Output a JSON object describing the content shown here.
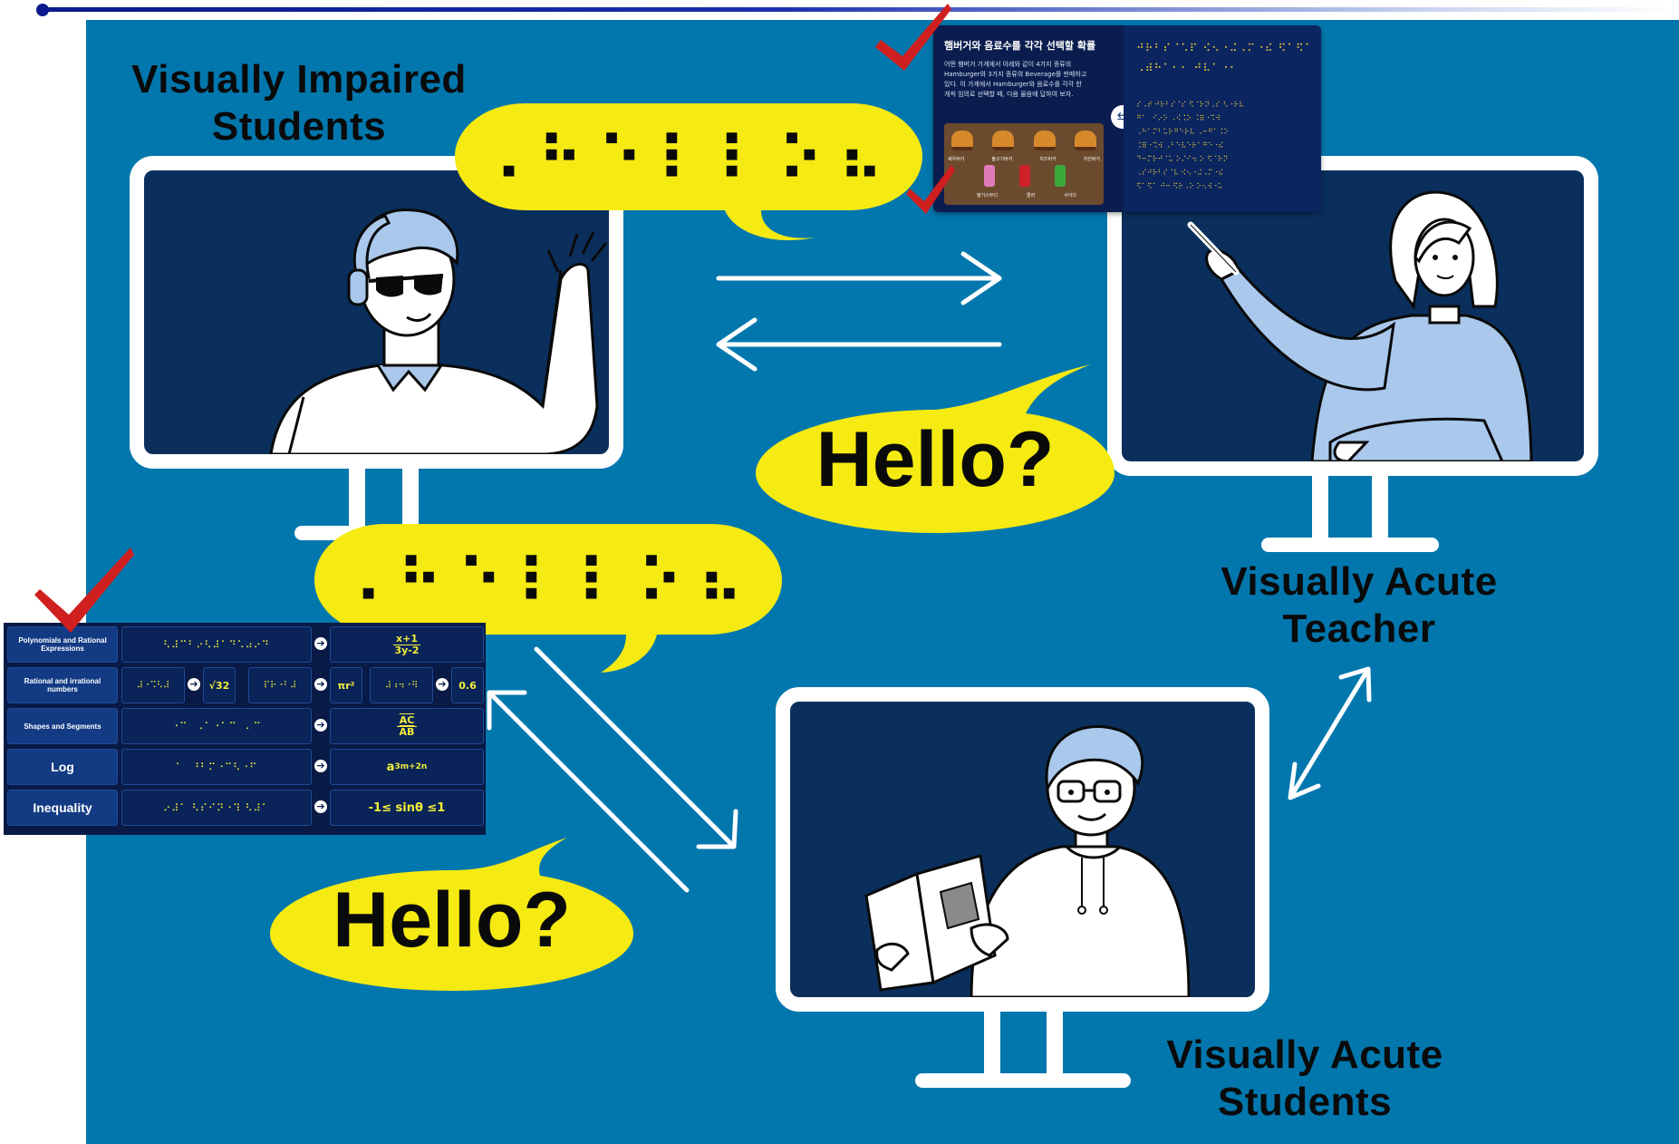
{
  "labels": {
    "impaired_line1": "Visually Impaired",
    "impaired_line2": "Students",
    "teacher_line1": "Visually Acute",
    "teacher_line2": "Teacher",
    "acute_students_line1": "Visually Acute",
    "acute_students_line2": "Students"
  },
  "bubbles": {
    "braille_top": "⠠⠓⠑⠇⠇⠕⠦",
    "braille_middle": "⠠⠓⠑⠇⠇⠕⠦",
    "hello_right": "Hello?",
    "hello_left": "Hello?"
  },
  "korean_card": {
    "title": "햄버거와 음료수를 각각 선택할 확률",
    "body_line1": "어떤 햄버거 가게에서 아래와 같이 4가지 종류의",
    "body_line2": "Hamburger와 3가지 종류의 Beverage를 판매하고",
    "body_line3": "있다. 이 가게에서 Hamburger와 음료수를 각각 한",
    "body_line4": "개씩 임의로 선택할 때, 다음 물음에 답하여 보자.",
    "food_labels": [
      "새우버거",
      "불고기버거",
      "치즈버거",
      "치킨버거"
    ],
    "drink_labels": [
      "딸기스무디",
      "콜라",
      "사이다"
    ],
    "braille_line1": "⠚⠗⠃⠎⠈⠡⠏ ⠪⠢⠐⠬⠠⠍⠐⠮ ⠫⠁⠫⠁",
    "braille_line2": "⠠⠾⠓⠁⠂⠂ ⠚⠧⠁⠐⠂",
    "braille_body": [
      "⠎⠠⠞ ⠚⠗⠃⠎⠈⠎ ⠫⠈⠗⠝⠠⠎ ⠣⠐⠗⠧",
      "⠛⠁⠀⠊⠔⠕ ⠠⠪⠨⠕ ⠨⠿⠐⠩⠺",
      "⠠⠓⠁⠍⠃⠥⠗⠛⠑⠗⠧ ⠠⠒⠛⠁⠨⠕",
      "⠨⠿⠐⠩⠺ ⠠⠃⠑⠧⠑⠗⠁⠛⠑⠐⠮",
      "⠙⠒⠍⠗⠚⠈⠥ ⠕⠌⠊⠲ ⠕ ⠫⠈⠗⠝",
      "⠠⠎⠚⠗⠃⠎⠈⠧ ⠪⠢⠐⠬⠠⠍⠐⠮",
      "⠫⠁⠫⠁ ⠚⠒ ⠫⠗⠠⠕ ⠕⠢⠺⠐⠥"
    ]
  },
  "math_table": {
    "rows": [
      {
        "label": "Polynomials and Rational Expressions",
        "braille": "⠣⠼⠉⠃⠔⠣⠼⠁⠙⠡⠴⠔⠙",
        "result_num": "x+1",
        "result_den": "3y-2"
      },
      {
        "label": "Rational and irrational numbers",
        "braille_a": "⠼⠐⠩⠣⠼",
        "result_a": "√32",
        "braille_b": "⠏⠗⠐⠃⠼",
        "result_b": "πr²",
        "braille_c": "⠼⠰⠲⠐⠻",
        "result_c": "0.6̇"
      },
      {
        "label": "Shapes and Segments",
        "braille": "⠐⠉⠀⠠⠁⠐⠁⠉⠀⠄⠉",
        "result_num": "AC",
        "result_den": "AB"
      },
      {
        "label": "Log",
        "braille": "⠁⠀⠘⠃⠍⠐⠉⠣⠐⠋",
        "result": "a",
        "result_sup": "3m+2n"
      },
      {
        "label": "Inequality",
        "braille": "⠔⠼⠁ ⠣⠎⠊⠝⠐⠹ ⠣⠼⠁",
        "result": "-1≤ sinθ ≤1"
      }
    ]
  },
  "colors": {
    "background": "#0277ad",
    "screen": "#0a2f5c",
    "bubble": "#f5ea12",
    "check": "#d01f1f"
  },
  "icons": [
    "checkmark-icon",
    "double-arrow-icon",
    "arrow-right-icon",
    "swap-icon"
  ]
}
